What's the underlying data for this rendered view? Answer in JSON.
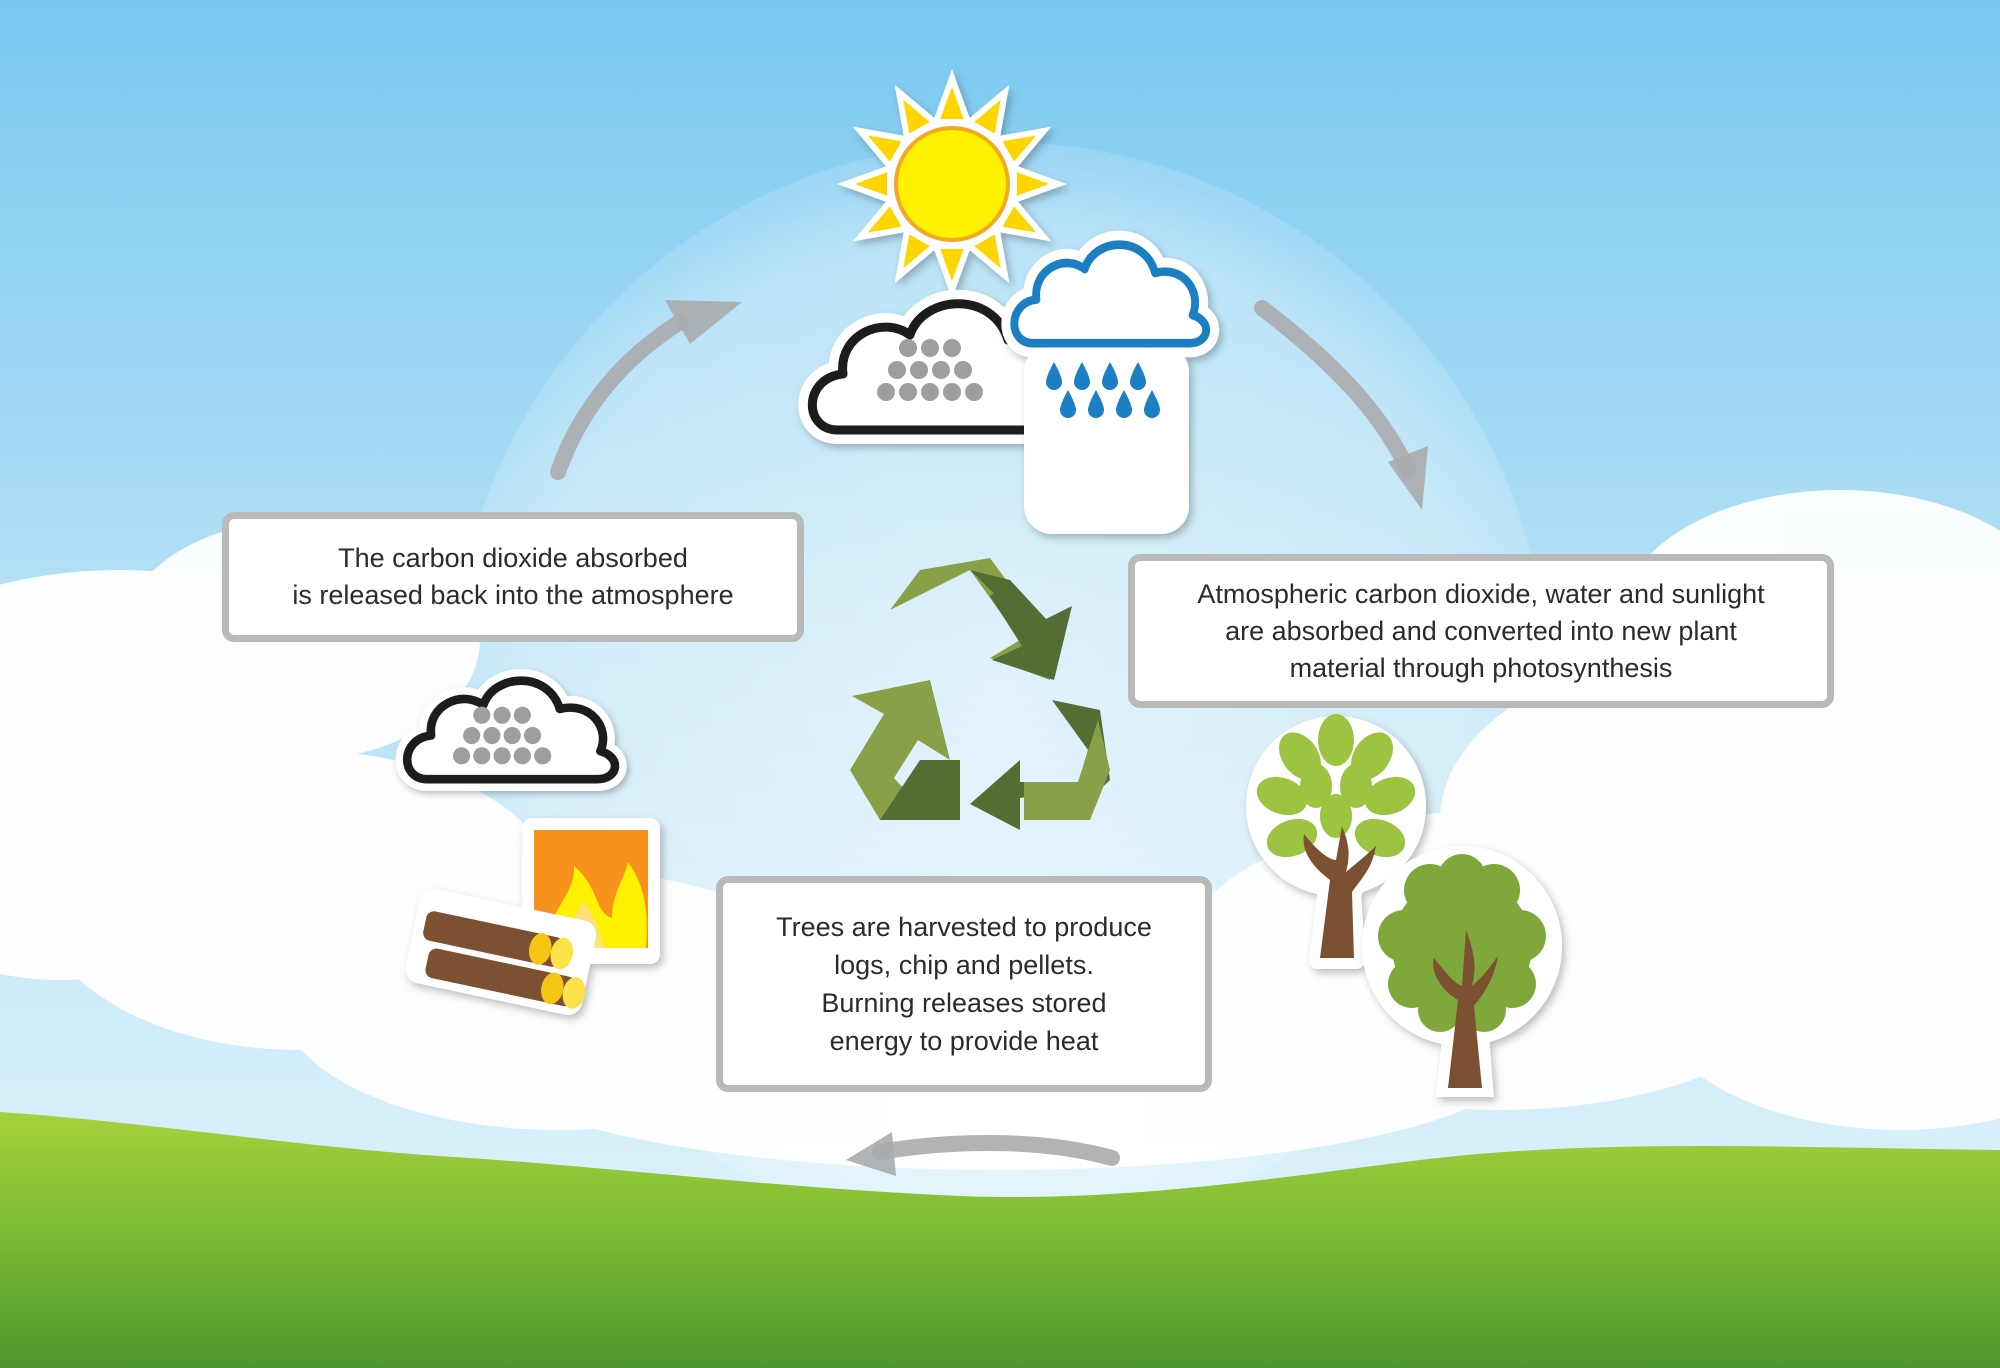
{
  "diagram": {
    "captions": {
      "release": {
        "lines": [
          "The carbon dioxide absorbed",
          "is released back into the atmosphere"
        ]
      },
      "photosynthesis": {
        "lines": [
          "Atmospheric carbon dioxide, water and sunlight",
          "are absorbed and converted into new plant",
          "material through photosynthesis"
        ]
      },
      "harvest": {
        "lines": [
          "Trees are harvested to produce",
          "logs, chip and pellets.",
          "Burning releases stored",
          "energy to provide heat"
        ]
      }
    },
    "icons": [
      "sun-icon",
      "co2-cloud-icon",
      "rain-cloud-icon",
      "recycle-icon",
      "tree-icon",
      "fire-logs-icon",
      "cycle-arrow-icon"
    ],
    "colors": {
      "sky_top": "#79c9f1",
      "sky_bottom": "#dff2fb",
      "grass_light": "#9ccb2f",
      "grass_dark": "#4f9a2c",
      "sun": "#fff200",
      "sun_rays": "#ffd500",
      "sun_outline": "#f5a623",
      "cloud_outline": "#1a1a1a",
      "co2_dots": "#9e9e9e",
      "rain": "#1d7fc4",
      "recycle_light": "#8aa048",
      "recycle_dark": "#536d33",
      "tree_leaf_light": "#9cc440",
      "tree_leaf_dark": "#7fa83a",
      "trunk": "#7b5132",
      "fire": "#f7931e",
      "arrow": "#a8abad",
      "box_border": "#b9b9b9"
    }
  }
}
